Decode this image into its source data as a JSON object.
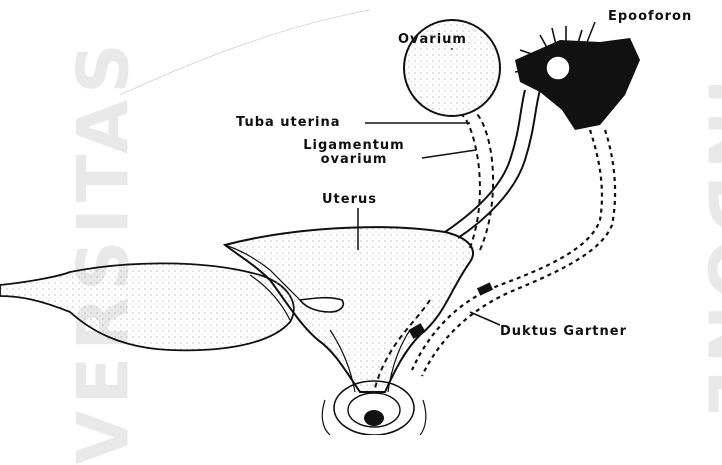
{
  "diagram": {
    "labels": {
      "epooforon": "Epooforon",
      "ovarium": "Ovarium",
      "tuba_uterina": "Tuba uterina",
      "ligamentum_line1": "Ligamentum",
      "ligamentum_line2": "ovarium",
      "uterus": "Uterus",
      "duktus_gartner": "Duktus Gartner"
    }
  },
  "watermark": {
    "left_text": "VERSITAS",
    "right_text": "INDONE"
  },
  "colors": {
    "ink": "#111111",
    "watermark": "#e9e9e9",
    "tissue": "#f4f4f4"
  }
}
